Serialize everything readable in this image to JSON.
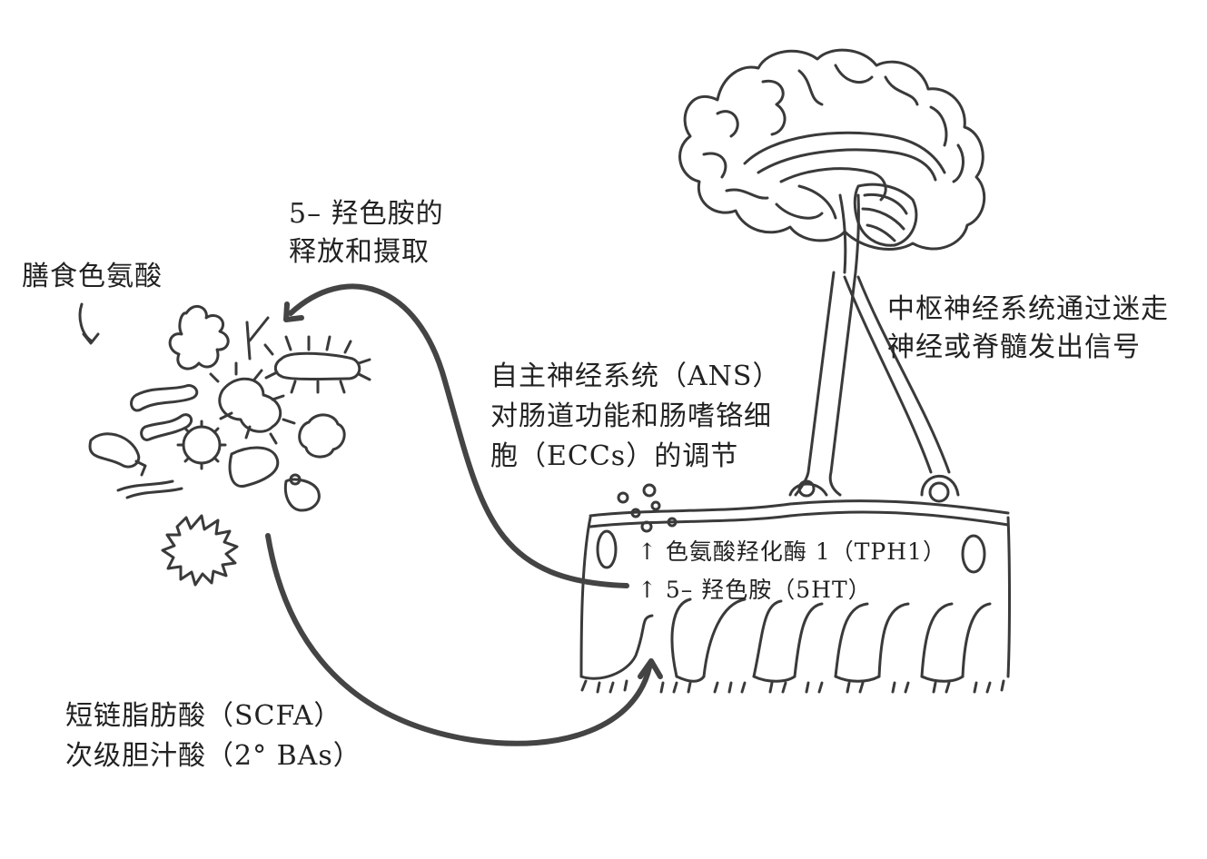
{
  "labels": {
    "dietary_tryptophan": "膳食色氨酸",
    "serotonin_release_line1": "5– 羟色胺的",
    "serotonin_release_line2": "释放和摄取",
    "cns_line1": "中枢神经系统通过迷走",
    "cns_line2": "神经或脊髓发出信号",
    "ans_line1": "自主神经系统（ANS）",
    "ans_line2": "对肠道功能和肠嗜铬细",
    "ans_line3": "胞（ECCs）的调节",
    "tph1": "↑ 色氨酸羟化酶 1（TPH1）",
    "5ht": "↑  5– 羟色胺（5HT）",
    "scfa_line1": "短链脂肪酸（SCFA）",
    "scfa_line2": "次级胆汁酸（2° BAs）"
  },
  "icons": [
    "brain-icon",
    "spinal-cord-icon",
    "gut-epithelium-icon",
    "microbe-cluster-icon",
    "arrow-icon"
  ]
}
